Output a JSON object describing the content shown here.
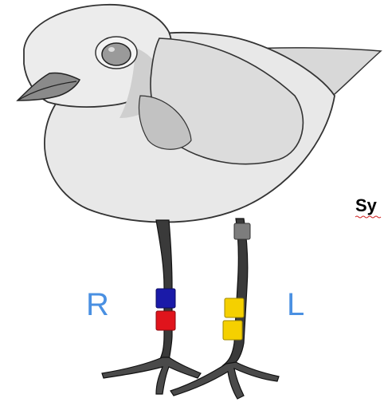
{
  "figure": {
    "right_leg_label": "R",
    "left_leg_label": "L",
    "band_code": "Sy",
    "label_color": "#4a90e2"
  },
  "bands": {
    "right_leg": [
      "blue",
      "red"
    ],
    "left_leg": [
      "gray",
      "yellow",
      "yellow"
    ]
  },
  "colors": {
    "blue": "#1a1aa8",
    "red": "#e0141c",
    "yellow": "#f5d000",
    "gray": "#7d7d7d",
    "bird_light": "#e6e6e6",
    "bird_shadow": "#c8c8c8",
    "leg_dark": "#3a3a3a"
  }
}
